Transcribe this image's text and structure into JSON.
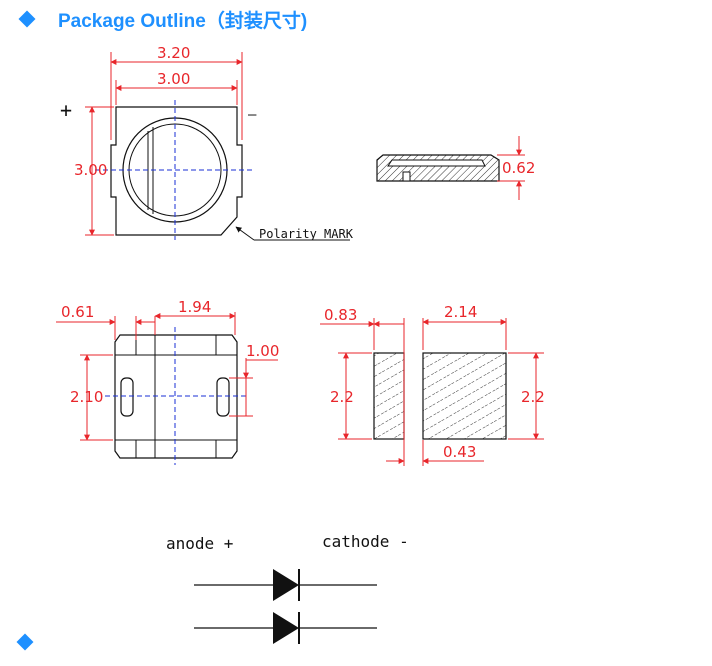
{
  "heading": {
    "title": "Package Outline（封装尺寸)"
  },
  "colors": {
    "accent": "#1e90ff",
    "dimension": "#e8262b",
    "centerline": "#1a2fd6"
  },
  "top_view": {
    "dim_width_outer": "3.20",
    "dim_width_inner": "3.00",
    "dim_height": "3.00",
    "plus": "+",
    "minus": "—",
    "polarity_mark": "Polarity MARK"
  },
  "side_view": {
    "dim_height": "0.62"
  },
  "bottom_view": {
    "dim_pad_left": "0.61",
    "dim_center": "1.94",
    "dim_slot": "1.00",
    "dim_height": "2.10"
  },
  "footprint": {
    "dim_left_pad": "0.83",
    "dim_right_pad": "2.14",
    "dim_left_height": "2.2",
    "dim_right_height": "2.2",
    "dim_gap": "0.43"
  },
  "schematic": {
    "anode": "anode +",
    "cathode": "cathode -"
  }
}
